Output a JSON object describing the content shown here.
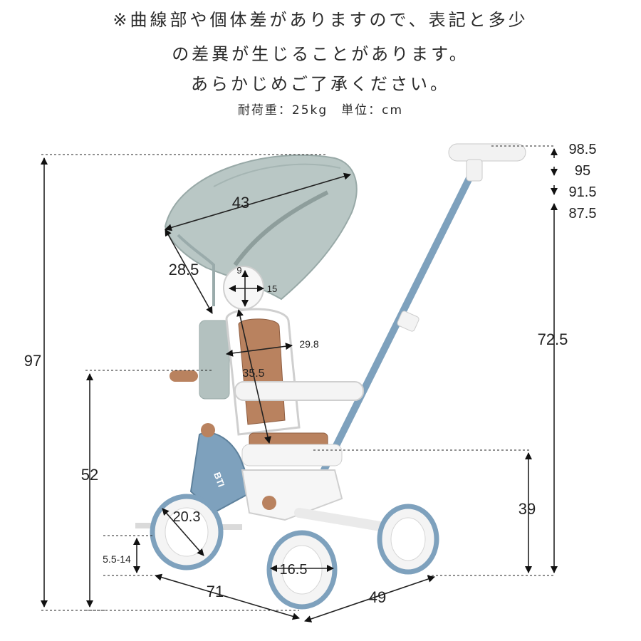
{
  "notice": {
    "line1": "※曲線部や個体差がありますので、表記と多少",
    "line2": "の差異が生じることがあります。",
    "line3": "あらかじめご了承ください。"
  },
  "specs": "耐荷重：25kg　単位：cm",
  "dimensions": {
    "total_height": "97",
    "handle_heights": [
      "98.5",
      "95",
      "91.5",
      "87.5"
    ],
    "handle_to_seat": "72.5",
    "seat_height": "39",
    "canopy_width": "43",
    "canopy_depth": "28.5",
    "headrest_height": "9",
    "headrest_width": "15",
    "seat_width": "29.8",
    "backrest_height": "35.5",
    "frame_height": "52",
    "front_wheel": "20.3",
    "footrest_height": "5.5-14",
    "rear_wheel": "16.5",
    "length": "71",
    "width": "49"
  },
  "product": {
    "brand_text": "BTI",
    "frame_color": "#7ea1bd",
    "canopy_color": "#b9c7c5",
    "accent_color": "#b9825f"
  }
}
